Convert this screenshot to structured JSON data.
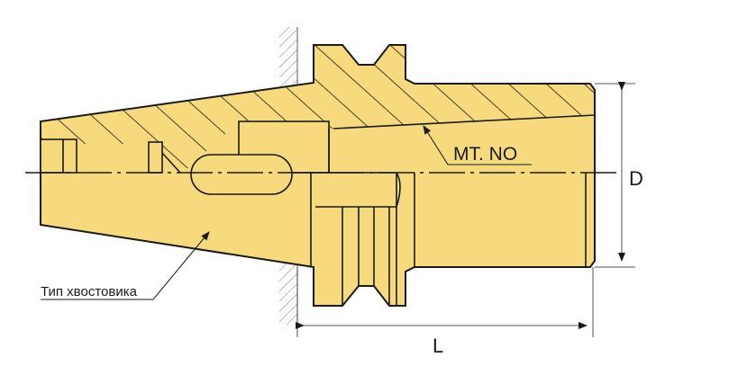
{
  "labels": {
    "taper_number": "MT. NO",
    "shank_type": "Тип хвостовика",
    "diameter": "D",
    "length": "L"
  },
  "colors": {
    "body_fill": "#F7D97E",
    "outline": "#1a1a1a",
    "dimension": "#555555"
  }
}
